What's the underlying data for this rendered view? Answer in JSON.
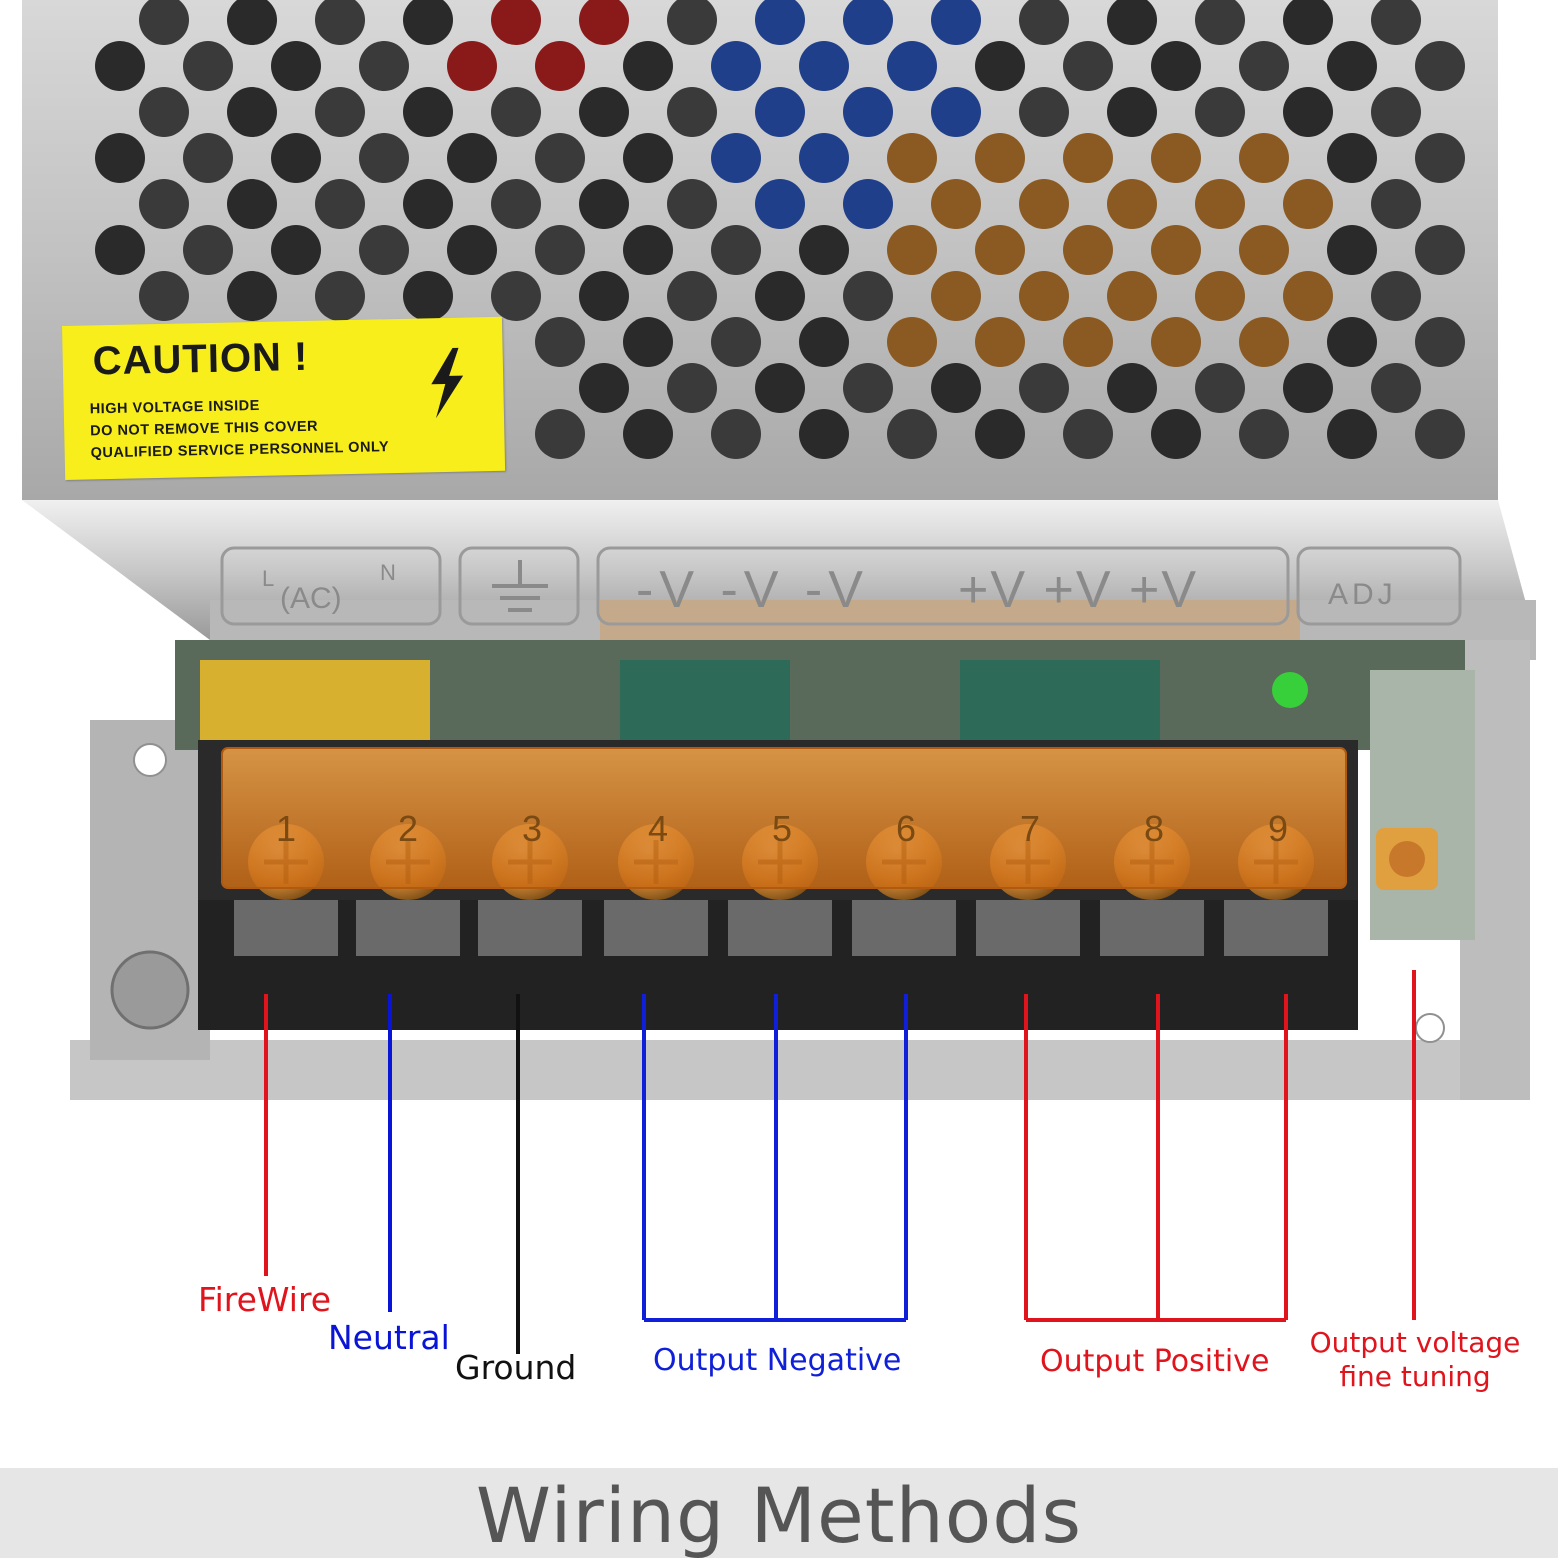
{
  "caution_label": {
    "title": "CAUTION !",
    "lines": [
      "HIGH VOLTAGE INSIDE",
      "DO  NOT REMOVE  THIS COVER",
      "QUALIFIED SERVICE PERSONNEL ONLY"
    ]
  },
  "embossed_marks": {
    "ac": "(AC)",
    "l_mark": "L",
    "n_mark": "N",
    "neg": "-V -V -V",
    "pos": "+V +V +V",
    "adj": "ADJ"
  },
  "terminal_numbers": [
    "1",
    "2",
    "3",
    "4",
    "5",
    "6",
    "7",
    "8",
    "9"
  ],
  "labels": {
    "firewire": "FireWire",
    "neutral": "Neutral",
    "ground": "Ground",
    "output_negative": "Output Negative",
    "output_positive": "Output Positive",
    "fine_tuning": "Output voltage fine tuning"
  },
  "footer": {
    "title": "Wiring Methods"
  },
  "colors": {
    "fire": "#e0141c",
    "neutral": "#0a14d6",
    "ground": "#111111",
    "negative": "#1020d8",
    "positive": "#e0141c",
    "tuning": "#e0141c",
    "caution_bg": "#f7ee1c",
    "terminal_cover": "#e8902a"
  }
}
